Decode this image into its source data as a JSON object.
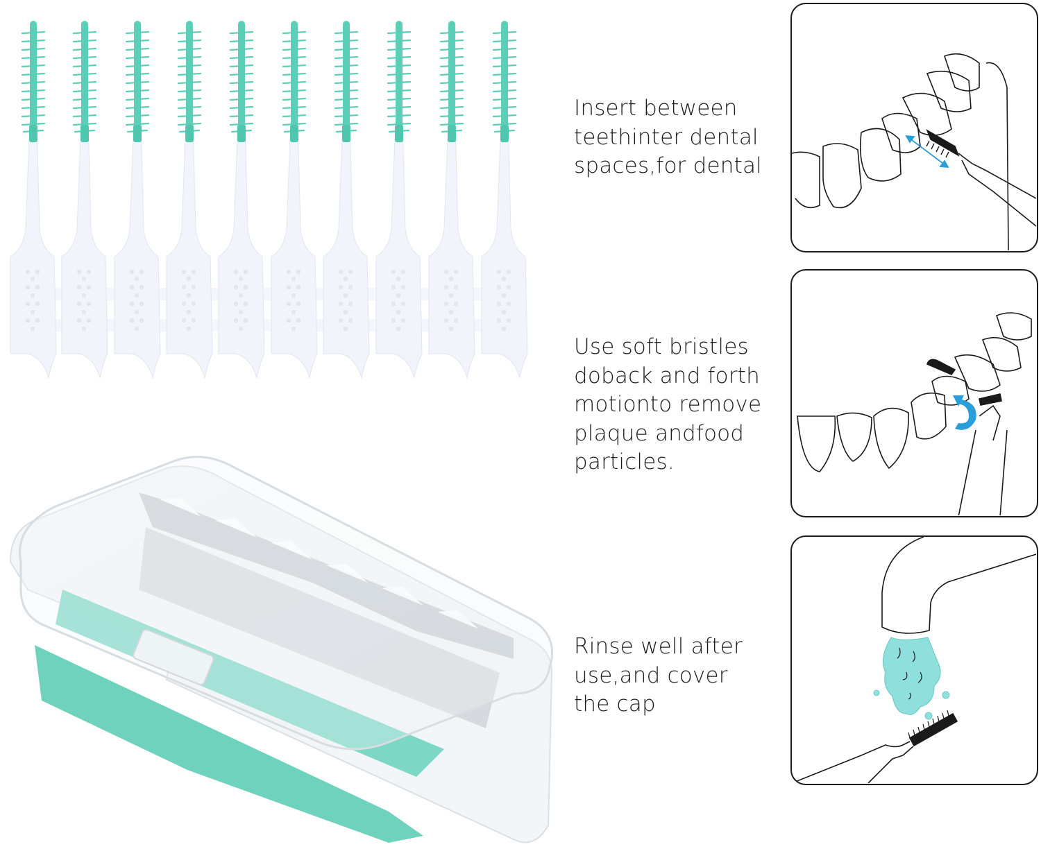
{
  "product": {
    "brush_count": 10,
    "colors": {
      "bristle": "#5ccfb8",
      "bristle_dark": "#3fb9a2",
      "handle": "#f2f5fb",
      "handle_shadow": "#dde4ef",
      "box": "#e9eef2",
      "arrow_blue": "#2a9ed8",
      "water": "#8fe0dc",
      "outline": "#1a1a1a"
    }
  },
  "steps": [
    {
      "id": "step-1",
      "text": "Insert between\nteethinter dental\nspaces,for dental",
      "illustration": "brush-between-teeth-with-double-arrow"
    },
    {
      "id": "step-2",
      "text": "Use soft bristles\ndoback and forth\nmotionto remove\nplaque andfood\nparticles.",
      "illustration": "brush-back-and-forth-with-curved-arrow"
    },
    {
      "id": "step-3",
      "text": "Rinse well after\nuse,and cover\nthe cap",
      "illustration": "rinse-brush-under-faucet"
    }
  ]
}
